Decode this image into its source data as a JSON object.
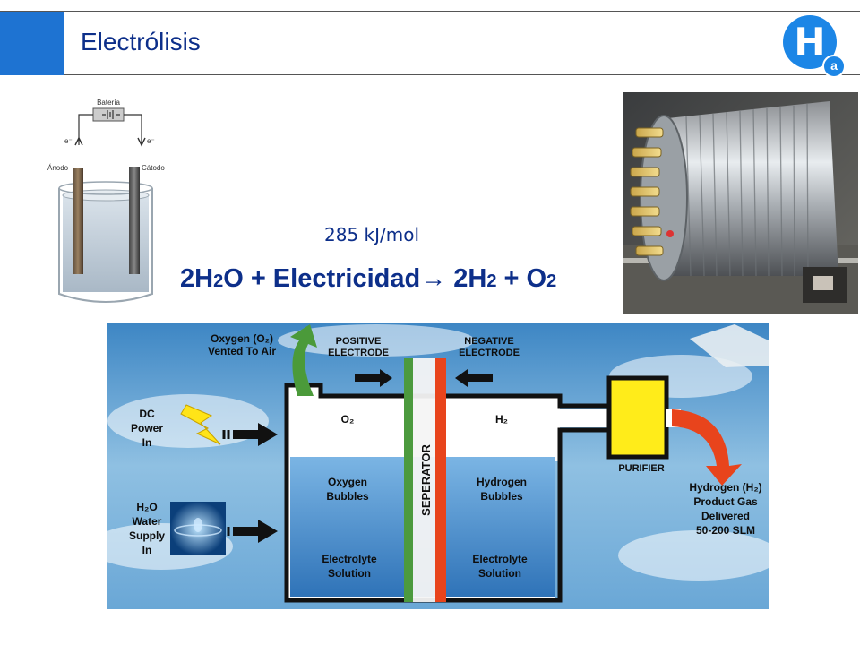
{
  "header": {
    "title": "Electrólisis",
    "logo_letter": "H",
    "logo_sub": "a"
  },
  "cell_sketch": {
    "battery": "Batería",
    "anode": "Ánodo",
    "cathode": "Cátodo",
    "electron_left": "e⁻",
    "electron_right": "e⁻"
  },
  "reaction": {
    "energy": "285 kJ/mol",
    "eq_part1": "2H",
    "eq_sub1": "2",
    "eq_part2": "O + Electricidad",
    "eq_arrow": "→",
    "eq_part3": " 2H",
    "eq_sub2": "2",
    "eq_part4": " + O",
    "eq_sub3": "2"
  },
  "diagram": {
    "oxygen_line1": "Oxygen (O₂)",
    "oxygen_line2": "Vented To Air",
    "positive_line1": "POSITIVE",
    "positive_line2": "ELECTRODE",
    "negative_line1": "NEGATIVE",
    "negative_line2": "ELECTRODE",
    "dc_line1": "DC",
    "dc_line2": "Power",
    "dc_line3": "In",
    "water_line1": "H₂O",
    "water_line2": "Water",
    "water_line3": "Supply",
    "water_line4": "In",
    "o2_label": "O₂",
    "h2_label": "H₂",
    "separator": "SEPERATOR",
    "oxygen_bubbles_line1": "Oxygen",
    "oxygen_bubbles_line2": "Bubbles",
    "hydrogen_bubbles_line1": "Hydrogen",
    "hydrogen_bubbles_line2": "Bubbles",
    "electrolyte_left_line1": "Electrolyte",
    "electrolyte_left_line2": "Solution",
    "electrolyte_right_line1": "Electrolyte",
    "electrolyte_right_line2": "Solution",
    "purifier": "PURIFIER",
    "product_line1": "Hydrogen (H₂)",
    "product_line2": "Product Gas",
    "product_line3": "Delivered",
    "product_line4": "50-200 SLM"
  }
}
